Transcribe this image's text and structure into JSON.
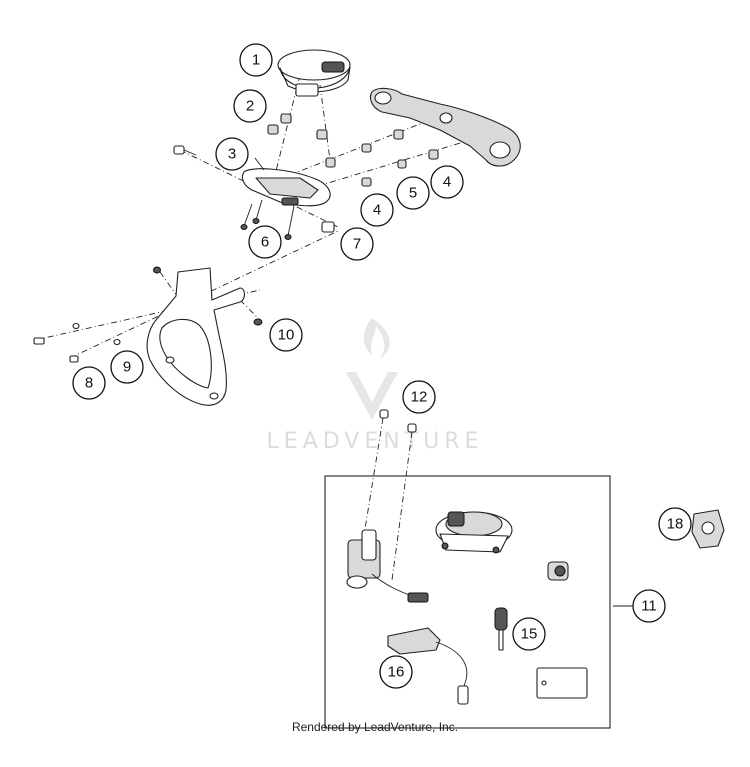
{
  "callouts": [
    {
      "id": "1",
      "label": "1"
    },
    {
      "id": "2",
      "label": "2"
    },
    {
      "id": "3",
      "label": "3"
    },
    {
      "id": "4a",
      "label": "4"
    },
    {
      "id": "4b",
      "label": "4"
    },
    {
      "id": "5",
      "label": "5"
    },
    {
      "id": "6",
      "label": "6"
    },
    {
      "id": "7",
      "label": "7"
    },
    {
      "id": "8",
      "label": "8"
    },
    {
      "id": "9",
      "label": "9"
    },
    {
      "id": "10",
      "label": "10"
    },
    {
      "id": "11",
      "label": "11"
    },
    {
      "id": "12",
      "label": "12"
    },
    {
      "id": "15",
      "label": "15"
    },
    {
      "id": "16",
      "label": "16"
    },
    {
      "id": "18",
      "label": "18"
    }
  ],
  "watermark": {
    "text": "LEADVENTURE"
  },
  "footer": {
    "text": "Rendered by LeadVenture, Inc."
  }
}
